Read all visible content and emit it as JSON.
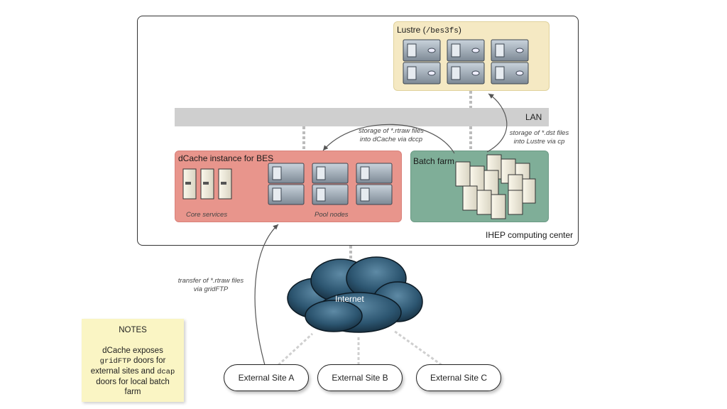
{
  "lustre": {
    "title": "Lustre (",
    "path": "/bes3fs",
    "close": ")"
  },
  "lan": {
    "label": "LAN"
  },
  "dcache": {
    "title": "dCache instance for BES",
    "core_label": "Core services",
    "pool_label": "Pool nodes"
  },
  "batch": {
    "title": "Batch farm"
  },
  "center": {
    "label": "IHEP computing center"
  },
  "annotations": {
    "rtraw_storage": [
      "storage of *.rtraw files",
      "into dCache via dccp"
    ],
    "dst_storage": [
      "storage of *.dst files",
      "into Lustre via cp"
    ],
    "gridftp_transfer": [
      "transfer of *.rtraw files",
      "via gridFTP"
    ]
  },
  "internet": {
    "label": "Internet"
  },
  "sites": [
    "External Site A",
    "External Site B",
    "External Site C"
  ],
  "notes": {
    "heading": "NOTES",
    "line1": "dCache exposes",
    "mono1": "gridFTP",
    "line2": " doors for",
    "line3": "external sites and ",
    "mono2": "dcap",
    "line4": "doors for local batch",
    "line5": "farm"
  }
}
